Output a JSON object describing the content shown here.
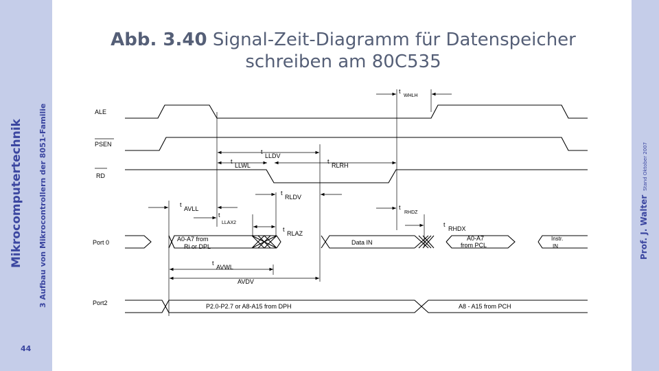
{
  "sidebar": {
    "title": "Mikrocomputertechnik",
    "subtitle": "3 Aufbau von Mikrocontrollern der 8051-Familie",
    "page_number": "44"
  },
  "right_bar": {
    "author": "Prof. J. Walter",
    "date": "Stand Oktober 2007"
  },
  "slide": {
    "title_number": "Abb. 3.40",
    "title_text": "Signal-Zeit-Diagramm für Datenspeicher schreiben am 80C535"
  },
  "signals": {
    "ale": "ALE",
    "psen": "PSEN",
    "rd": "RD",
    "port0": "Port 0",
    "port2": "Port2"
  },
  "bus": {
    "p0_addr_line1": "A0-A7 from",
    "p0_addr_line2": "Ri or DPL",
    "p0_data": "Data IN",
    "p0_pcl_line1": "A0-A7",
    "p0_pcl_line2": "from PCL",
    "p0_instr_line1": "Instr.",
    "p0_instr_line2": "IN",
    "p2_addr": "P2.0-P2.7 or A8-A15 from DPH",
    "p2_pch": "A8 - A15 from PCH"
  },
  "timing": {
    "t": "t",
    "whlh": "WHLH",
    "lldv": "LLDV",
    "llwl": "LLWL",
    "rlrh": "RLRH",
    "rldv": "RLDV",
    "avll": "AVLL",
    "llax2": "LLAX2",
    "rhdz": "RHDZ",
    "rhdx": "RHDX",
    "rlaz": "RLAZ",
    "avwl": "AVWL",
    "avdv": "AVDV"
  }
}
